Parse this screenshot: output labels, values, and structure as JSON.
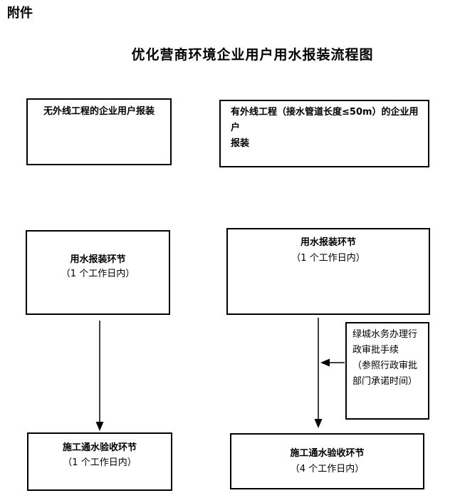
{
  "page": {
    "attachment_label": "附件",
    "title": "优化营商环境企业用户用水报装流程图"
  },
  "flowchart": {
    "left_branch": {
      "entry": "无外线工程的企业用户报装",
      "apply_step": {
        "title": "用水报装环节",
        "duration": "（1 个工作日内）"
      },
      "acceptance_step": {
        "title": "施工通水验收环节",
        "duration": "（1 个工作日内）"
      }
    },
    "right_branch": {
      "entry_lines": [
        "有外线工程（接水管道长度≤50m）的企业用户",
        "报装"
      ],
      "apply_step": {
        "title": "用水报装环节",
        "duration": "（1 个工作日内）"
      },
      "approval_note_lines": [
        "绿城水务办理行",
        "政审批手续",
        "（参照行政审批",
        "部门承诺时间）"
      ],
      "acceptance_step": {
        "title": "施工通水验收环节",
        "duration": "（4 个工作日内）"
      }
    },
    "colors": {
      "line": "#000000",
      "background": "#ffffff"
    }
  }
}
